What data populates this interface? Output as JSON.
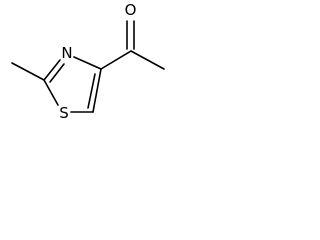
{
  "molecule": {
    "atoms": {
      "oxygen": "O",
      "nitrogen": "N",
      "sulfur": "S"
    }
  },
  "colors": {
    "background": "#ffffff",
    "bond": "#000000",
    "label": "#000000"
  }
}
